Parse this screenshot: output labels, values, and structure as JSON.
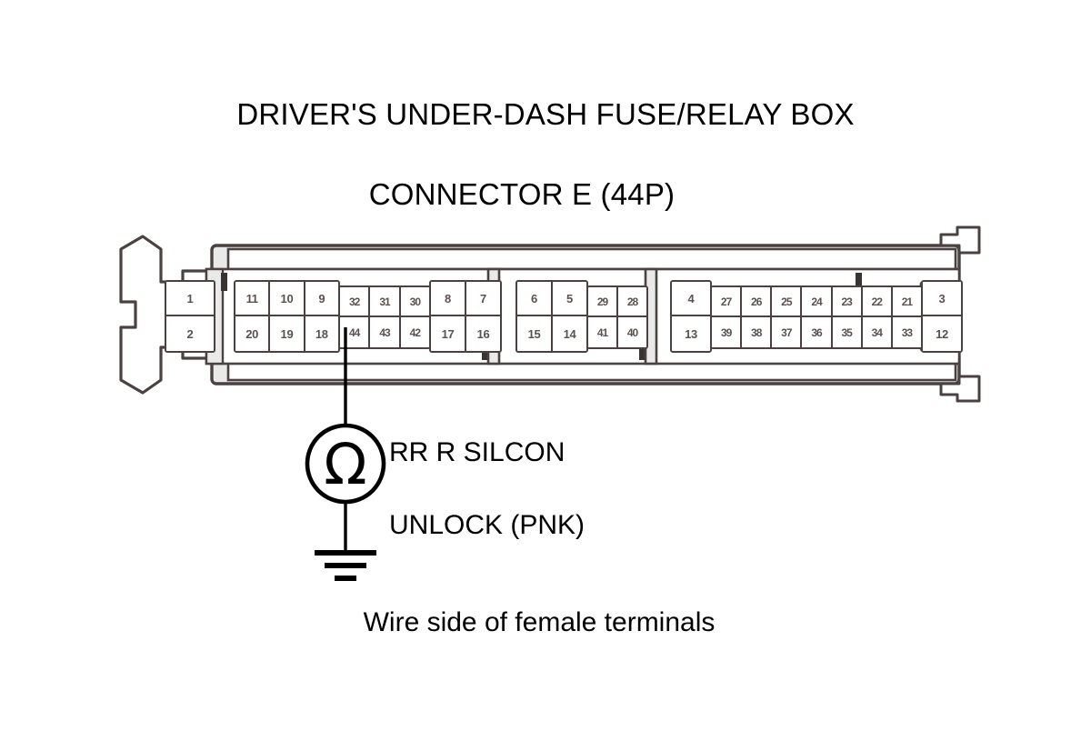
{
  "diagram": {
    "title_line1": "DRIVER'S UNDER-DASH FUSE/RELAY BOX",
    "title_line2": "CONNECTOR E (44P)",
    "caption": "Wire side of female terminals",
    "wire_label_line1": "RR R SILCON",
    "wire_label_line2": "UNLOCK (PNK)",
    "meter_symbol": "Ω",
    "meter_type": "ohmmeter",
    "probe_pin": "44",
    "ground_symbol": "chassis-ground",
    "connector_type": "44P",
    "colors": {
      "outline": "#4a4140",
      "body_fill": "#e9e9e9",
      "cell_fill": "#ffffff",
      "pin_text": "#5b5250",
      "background": "#ffffff",
      "wire": "#000000"
    }
  },
  "connector": {
    "left_pair": {
      "top": [
        "1"
      ],
      "bottom": [
        "2"
      ]
    },
    "block_a": {
      "wide_left_top": [
        "11",
        "10",
        "9"
      ],
      "wide_left_bottom": [
        "20",
        "19",
        "18"
      ],
      "narrow_top": [
        "32",
        "31",
        "30"
      ],
      "narrow_bottom": [
        "44",
        "43",
        "42"
      ],
      "wide_right_top": [
        "8",
        "7"
      ],
      "wide_right_bottom": [
        "17",
        "16"
      ]
    },
    "block_b": {
      "wide_top": [
        "6",
        "5"
      ],
      "wide_bottom": [
        "15",
        "14"
      ],
      "narrow_top": [
        "29",
        "28"
      ],
      "narrow_bottom": [
        "41",
        "40"
      ]
    },
    "block_c": {
      "wide_left_top": [
        "4"
      ],
      "wide_left_bottom": [
        "13"
      ],
      "narrow_top": [
        "27",
        "26",
        "25",
        "24",
        "23",
        "22",
        "21"
      ],
      "narrow_bottom": [
        "39",
        "38",
        "37",
        "36",
        "35",
        "34",
        "33"
      ],
      "wide_right_top": [
        "3"
      ],
      "wide_right_bottom": [
        "12"
      ]
    }
  }
}
